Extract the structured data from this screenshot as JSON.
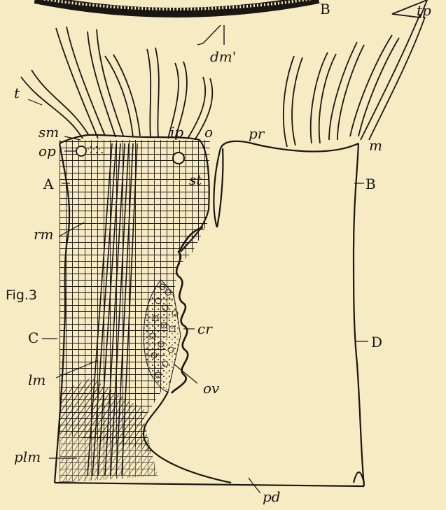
{
  "figure": {
    "figure_label": "Fig.3",
    "background_color": "#f7ebc4",
    "ink_color": "#1a1612"
  },
  "labels": {
    "dm_prime": "dm'",
    "B_top": "B",
    "tp_top": "tp",
    "t": "t",
    "sm": "sm",
    "op": "op",
    "ip": "ip",
    "o": "o",
    "pr": "pr",
    "m": "m",
    "st": "st",
    "A": "A",
    "B": "B",
    "rm": "rm",
    "cr": "cr",
    "C": "C",
    "D": "D",
    "lm": "lm",
    "ov": "ov",
    "plm": "plm",
    "pd": "pd"
  }
}
